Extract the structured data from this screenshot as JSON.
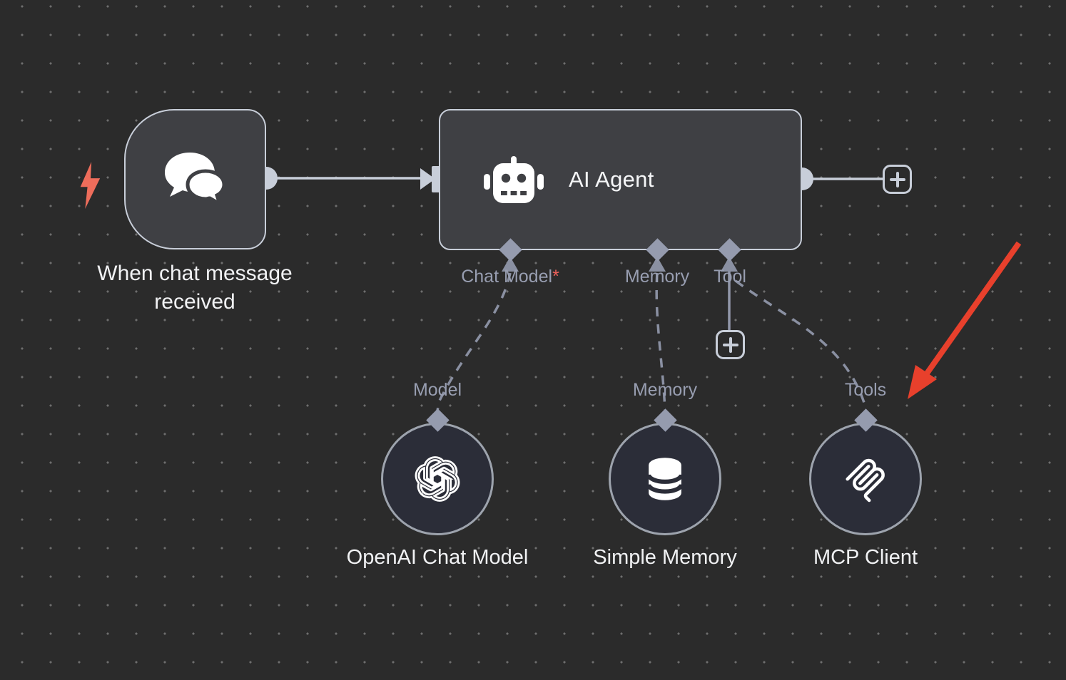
{
  "app": "workflow-canvas",
  "canvas": {
    "background_color": "#2b2b2b",
    "dot_grid_color": "#6e6e6e"
  },
  "colors": {
    "node_fill": "#3f4044",
    "node_border": "#c8ced9",
    "circle_node_fill": "#2b2d38",
    "circle_node_border": "#9da3ad",
    "connector_diamond": "#959bae",
    "dashed_connection": "#8a90a2",
    "muted_label": "#989eb1",
    "bright_label": "#f1f2f4",
    "required_asterisk": "#f0625c",
    "trigger_bolt": "#ee6d5b",
    "annotation_arrow": "#e8402c"
  },
  "trigger_node": {
    "name": "When chat message received",
    "icon": "chat-bubbles-icon"
  },
  "agent_node": {
    "title": "AI Agent",
    "icon": "robot-icon",
    "ports": [
      {
        "label": "Chat Model",
        "required_marker": "*"
      },
      {
        "label": "Memory",
        "required_marker": ""
      },
      {
        "label": "Tool",
        "required_marker": ""
      }
    ]
  },
  "sub_nodes": [
    {
      "name": "OpenAI Chat Model",
      "port_label": "Model",
      "icon": "openai-icon"
    },
    {
      "name": "Simple Memory",
      "port_label": "Memory",
      "icon": "database-icon"
    },
    {
      "name": "MCP Client",
      "port_label": "Tools",
      "icon": "mcp-icon"
    }
  ],
  "buttons": {
    "add_next_node": "+",
    "add_tool": "+"
  }
}
